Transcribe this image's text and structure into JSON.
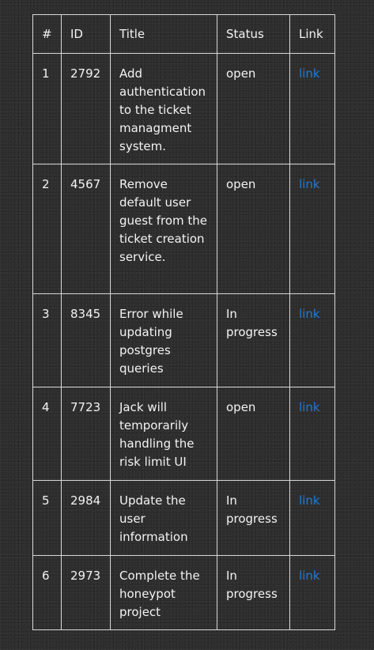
{
  "headers": [
    "#",
    "ID",
    "Title",
    "Status",
    "Link"
  ],
  "rows": [
    {
      "num": "1",
      "id": "2792",
      "title": "Add authentication to the ticket managment system.",
      "status": "open",
      "link": "link"
    },
    {
      "num": "2",
      "id": "4567",
      "title": "Remove default user guest from the ticket creation service.",
      "status": "open",
      "link": "link"
    },
    {
      "num": "3",
      "id": "8345",
      "title": "Error while updating postgres queries",
      "status": "In progress",
      "link": "link"
    },
    {
      "num": "4",
      "id": "7723",
      "title": "Jack will temporarily handling the risk limit UI",
      "status": "open",
      "link": "link"
    },
    {
      "num": "5",
      "id": "2984",
      "title": "Update the user information",
      "status": "In progress",
      "link": "link"
    },
    {
      "num": "6",
      "id": "2973",
      "title": "Complete the honeypot project",
      "status": "In progress",
      "link": "link"
    }
  ],
  "colors": {
    "link": "#1e7bd6",
    "border": "#d8d8d8",
    "text": "#f3f3f3"
  }
}
